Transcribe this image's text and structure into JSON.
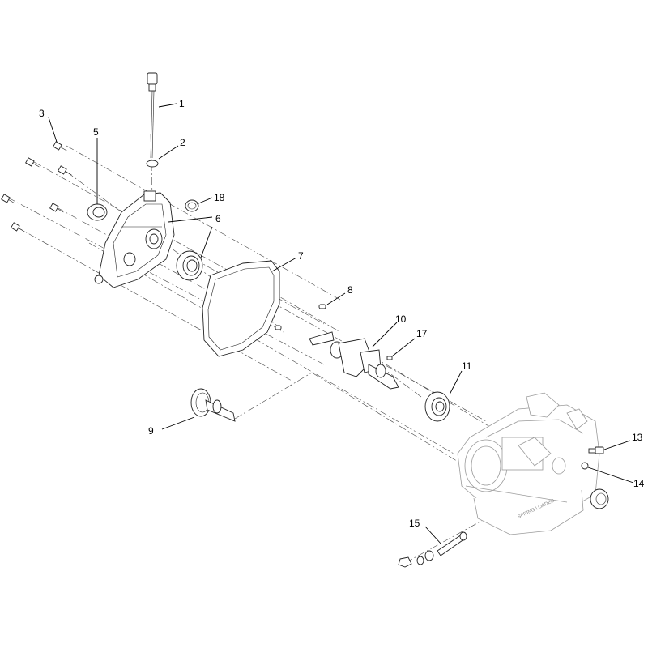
{
  "callouts": [
    "1",
    "2",
    "3",
    "5",
    "18",
    "6",
    "7",
    "8",
    "10",
    "17",
    "11",
    "9",
    "13",
    "14",
    "15"
  ],
  "engine_stamp": "SPRING LOADED"
}
